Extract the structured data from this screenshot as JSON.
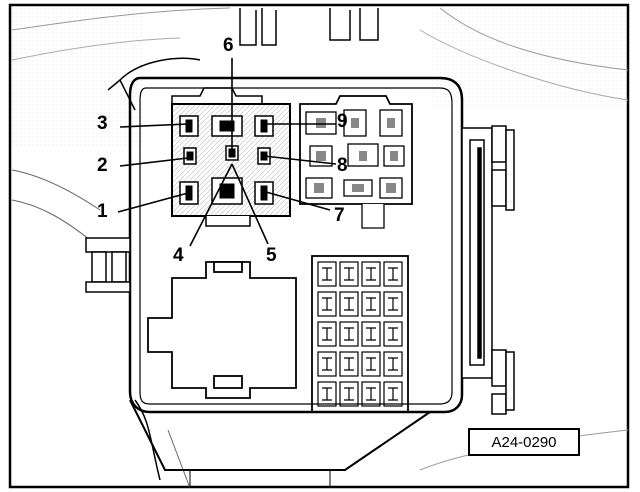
{
  "callouts": {
    "c1": "1",
    "c2": "2",
    "c3": "3",
    "c4": "4",
    "c5": "5",
    "c6": "6",
    "c7": "7",
    "c8": "8",
    "c9": "9"
  },
  "reference": "A24-0290",
  "colors": {
    "line": "#000000",
    "background": "#ffffff"
  }
}
